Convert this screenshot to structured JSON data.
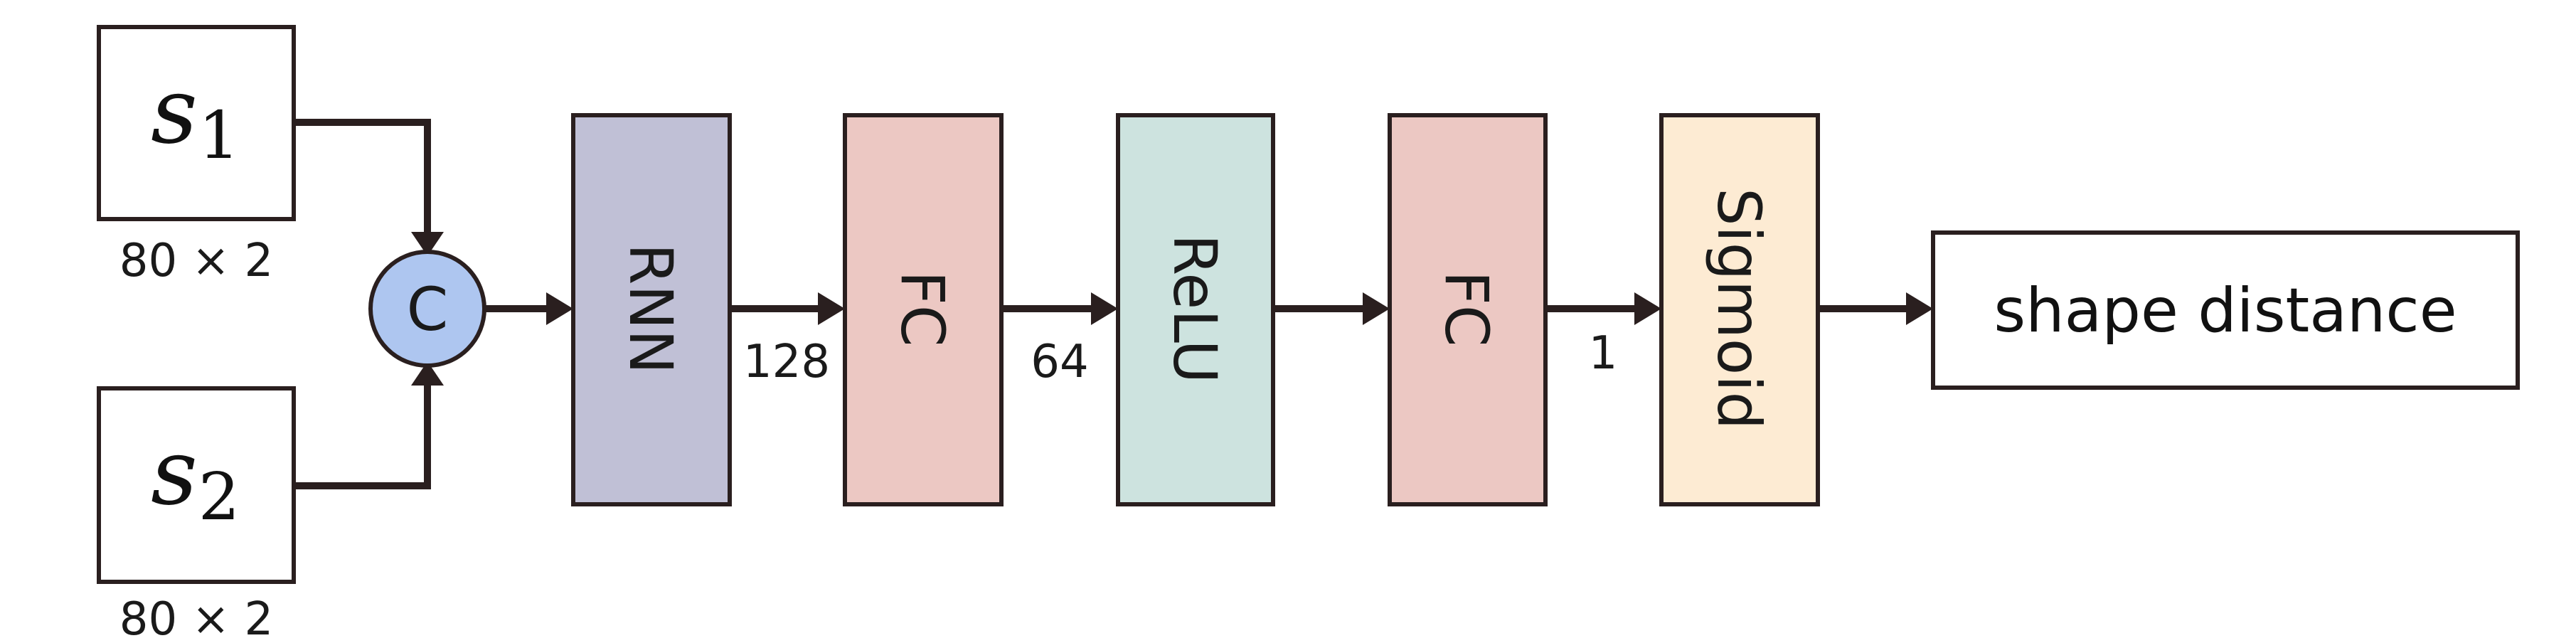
{
  "inputs": [
    {
      "symbol": "s",
      "subscript": "1",
      "dims": "80 × 2"
    },
    {
      "symbol": "s",
      "subscript": "2",
      "dims": "80 × 2"
    }
  ],
  "concat": {
    "label": "C",
    "color": "#aec6f0"
  },
  "layers": [
    {
      "label": "RNN",
      "color": "#c0c0d6"
    },
    {
      "label": "FC",
      "color": "#ecc8c3"
    },
    {
      "label": "ReLU",
      "color": "#cde3df"
    },
    {
      "label": "FC",
      "color": "#ecc8c3"
    },
    {
      "label": "Sigmoid",
      "color": "#fdebd3"
    }
  ],
  "edge_labels": [
    "128",
    "64",
    "1"
  ],
  "output": {
    "label": "shape distance"
  },
  "stroke_color": "#2a1f1f"
}
